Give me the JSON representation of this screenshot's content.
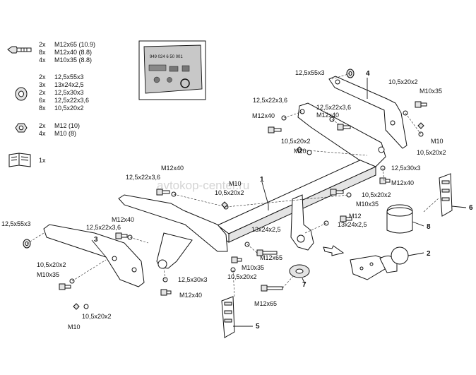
{
  "watermark": "avtokop-center.ru",
  "bom": {
    "bolts": [
      {
        "qty": "2x",
        "spec": "M12x65 (10.9)"
      },
      {
        "qty": "8x",
        "spec": "M12x40 (8.8)"
      },
      {
        "qty": "4x",
        "spec": "M10x35 (8.8)"
      }
    ],
    "washers": [
      {
        "qty": "2x",
        "spec": "12,5x55x3"
      },
      {
        "qty": "3x",
        "spec": "13x24x2,5"
      },
      {
        "qty": "2x",
        "spec": "12,5x30x3"
      },
      {
        "qty": "6x",
        "spec": "12,5x22x3,6"
      },
      {
        "qty": "8x",
        "spec": "10,5x20x2"
      }
    ],
    "nuts": [
      {
        "qty": "2x",
        "spec": "M12 (10)"
      },
      {
        "qty": "4x",
        "spec": "M10 (8)"
      }
    ],
    "manual": {
      "qty": "1x"
    }
  },
  "plate_code": "949 024 6 50 001",
  "parts": {
    "p1": "1",
    "p2": "2",
    "p3": "3",
    "p4": "4",
    "p5": "5",
    "p6": "6",
    "p7": "7",
    "p8": "8"
  },
  "callouts": {
    "c01": "12,5x55x3",
    "c02": "12,5x22x3,6",
    "c03": "M12x40",
    "c04": "12,5x22x3,6",
    "c05": "M12x40",
    "c06": "10,5x20x2",
    "c07": "M10x35",
    "c08": "10,5x20x2",
    "c09": "M10",
    "c10": "M10",
    "c11": "10,5x20x2",
    "c12": "12,5x30x3",
    "c13": "M12x40",
    "c14": "M12x40",
    "c15": "12,5x22x3,6",
    "c16": "M10",
    "c17": "10,5x20x2",
    "c18": "10,5x20x2",
    "c19": "M10x35",
    "c20": "M12",
    "c21": "13x24x2,5",
    "c22": "12,5x55x3",
    "c23": "M12x40",
    "c24": "12,5x22x3,6",
    "c25": "13x24x2,5",
    "c26": "M12x65",
    "c27": "M10x35",
    "c28": "10,5x20x2",
    "c29": "10,5x20x2",
    "c30": "M10x35",
    "c31": "12,5x30x3",
    "c32": "M12x40",
    "c33": "M12x65",
    "c34": "M10",
    "c35": "10,5x20x2"
  }
}
